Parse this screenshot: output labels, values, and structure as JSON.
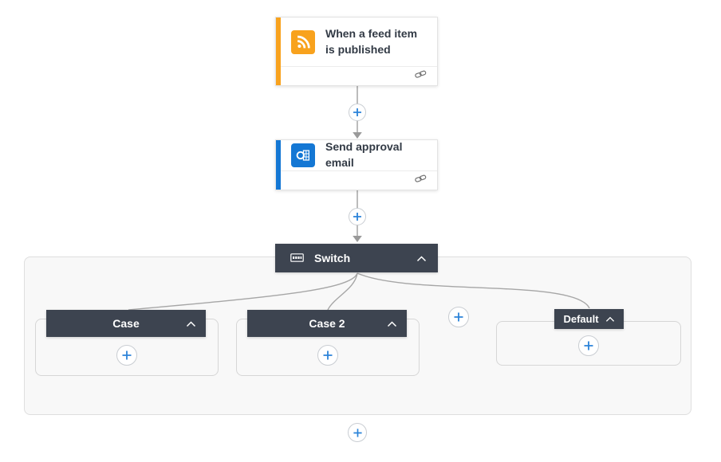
{
  "trigger_card": {
    "title": "When a feed item is published",
    "icon": "rss"
  },
  "action_card": {
    "title": "Send approval email",
    "icon": "outlook"
  },
  "switch_block": {
    "label": "Switch",
    "cases": [
      {
        "label": "Case"
      },
      {
        "label": "Case 2"
      }
    ],
    "default_case": {
      "label": "Default"
    }
  },
  "colors": {
    "trigger_accent": "#f8a21d",
    "action_accent": "#1477d4",
    "block_header_bg": "#3d4450",
    "plus_icon_blue": "#2b83d9",
    "connector_gray": "#a6a6a6",
    "scope_background": "#f8f8f8",
    "card_title_text": "#323a45"
  }
}
